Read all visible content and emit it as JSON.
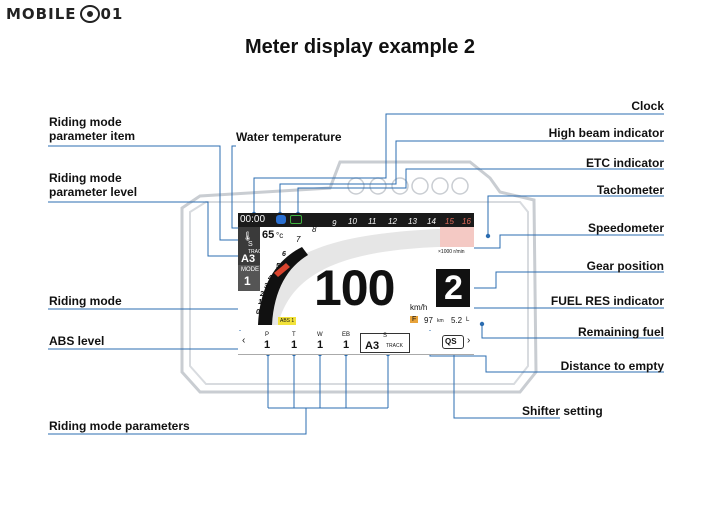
{
  "logo": {
    "text": "MOBILE",
    "suffix": "01"
  },
  "title": "Meter display example 2",
  "labels": {
    "riding_mode_param_item_1": "Riding mode",
    "riding_mode_param_item_2": "parameter item",
    "riding_mode_param_level_1": "Riding mode",
    "riding_mode_param_level_2": "parameter level",
    "riding_mode": "Riding mode",
    "abs_level": "ABS level",
    "riding_mode_parameters": "Riding mode parameters",
    "water_temperature": "Water temperature",
    "clock": "Clock",
    "high_beam": "High beam indicator",
    "etc": "ETC indicator",
    "tachometer": "Tachometer",
    "speedometer": "Speedometer",
    "gear_position": "Gear position",
    "fuel_res": "FUEL RES indicator",
    "remaining_fuel": "Remaining fuel",
    "distance_to_empty": "Distance to empty",
    "shifter_setting": "Shifter setting"
  },
  "meter": {
    "clock": "00:00",
    "temperature": "65",
    "temperature_unit": "°c",
    "mode_param_item": "S",
    "mode_param_track": "TRACK",
    "mode_param_level": "A3",
    "mode_label": "MODE",
    "mode_value": "1",
    "abs_badge": "ABS 1",
    "tach_scale": [
      "7",
      "8",
      "9",
      "10",
      "11",
      "12",
      "13",
      "14",
      "15",
      "16"
    ],
    "left_scale": [
      "6",
      "5",
      "4",
      "3",
      "2",
      "1",
      "0"
    ],
    "rpm_unit": "×1000 r/min",
    "speed": "100",
    "speed_unit": "km/h",
    "gear": "2",
    "fuel_res_badge": "F",
    "distance": "97",
    "distance_unit": "km",
    "fuel_value": "5.2",
    "fuel_unit": "L",
    "params": [
      {
        "label": "P",
        "value": "1"
      },
      {
        "label": "T",
        "value": "1"
      },
      {
        "label": "W",
        "value": "1"
      },
      {
        "label": "EB",
        "value": "1"
      }
    ],
    "param_s_label": "S",
    "param_s_value": "A3",
    "param_s_track": "TRACK",
    "qs": "QS",
    "arrow_left": "‹",
    "arrow_right": "›"
  }
}
